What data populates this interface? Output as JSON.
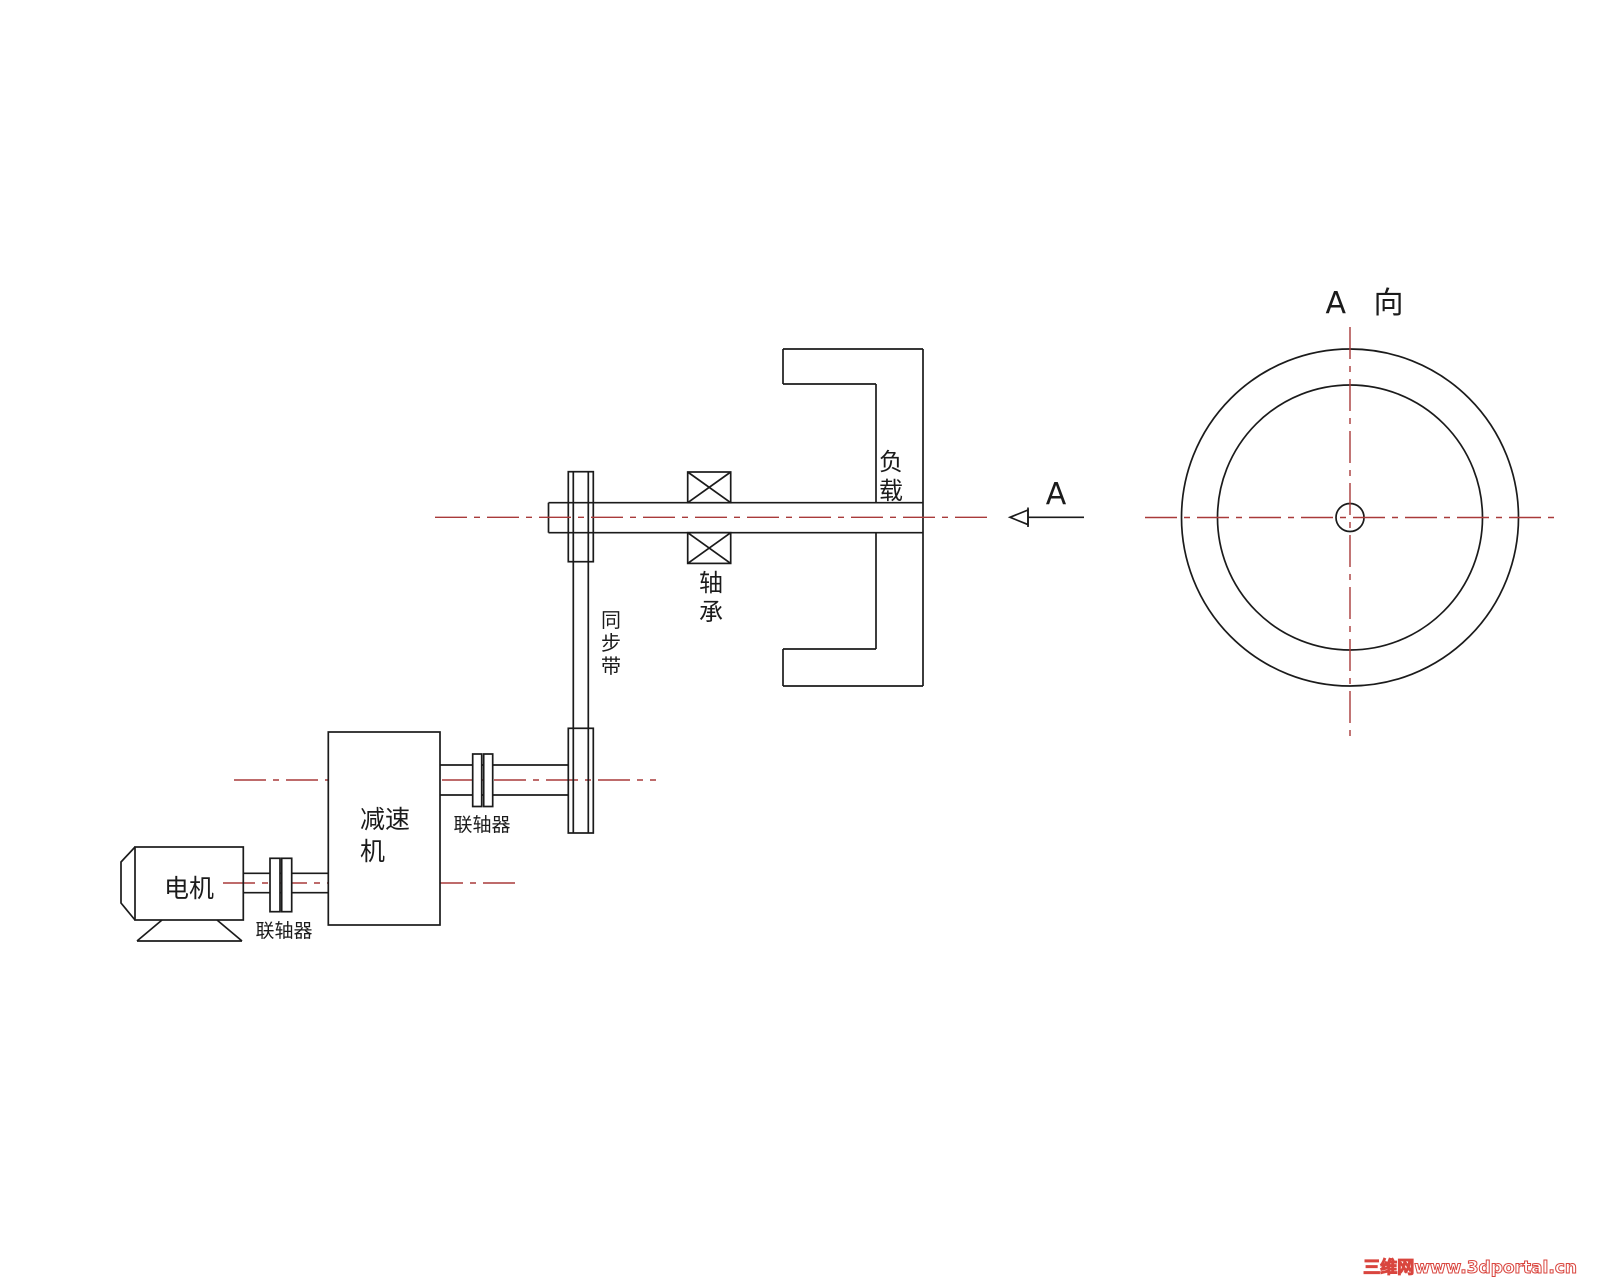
{
  "colors": {
    "line": "#1b1b1b",
    "centerline": "#a93a3a",
    "watermark": "#d9453e",
    "background": "#ffffff"
  },
  "view_main": {
    "direction_arrow": {
      "letter": "A"
    },
    "labels": {
      "motor": "电机",
      "coupling_motor": "联轴器",
      "reducer": [
        "减速",
        "机"
      ],
      "coupling_reducer": "联轴器",
      "belt": [
        "同",
        "步",
        "带"
      ],
      "bearing": [
        "轴",
        "承"
      ],
      "load": [
        "负",
        "载"
      ]
    }
  },
  "view_a": {
    "title": "A 向"
  },
  "watermark": {
    "text": "三维网www.3dportal.cn"
  }
}
